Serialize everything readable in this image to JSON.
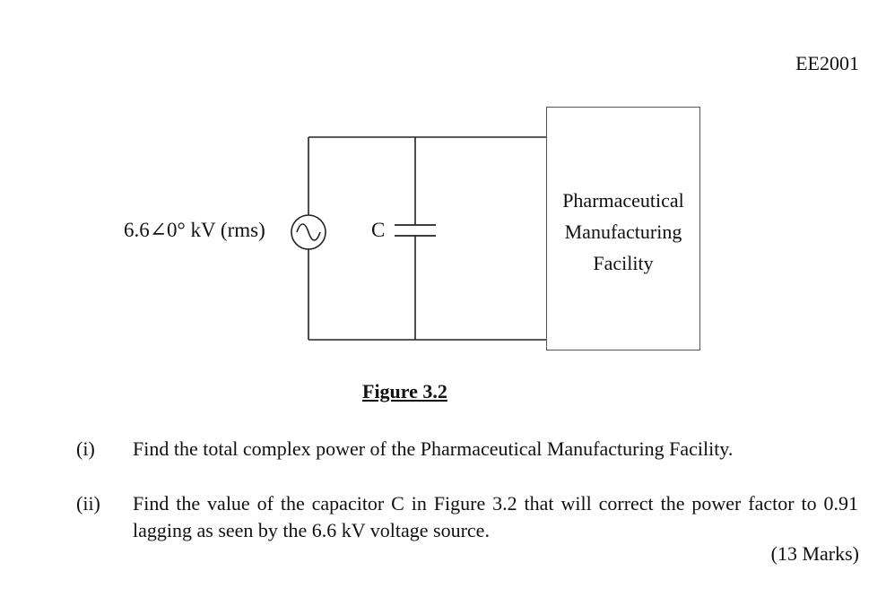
{
  "header": {
    "course_code": "EE2001"
  },
  "figure": {
    "source_label": "6.6∠0° kV (rms)",
    "capacitor_label": "C",
    "facility_lines": [
      "Pharmaceutical",
      "Manufacturing",
      "Facility"
    ],
    "caption": "Figure 3.2"
  },
  "questions": [
    {
      "number": "(i)",
      "text": "Find the total complex power of the Pharmaceutical Manufacturing Facility."
    },
    {
      "number": "(ii)",
      "text": "Find the value of the capacitor C in Figure 3.2 that will correct the power factor to 0.91 lagging as seen by the 6.6 kV voltage source."
    }
  ],
  "marks": "(13 Marks)"
}
